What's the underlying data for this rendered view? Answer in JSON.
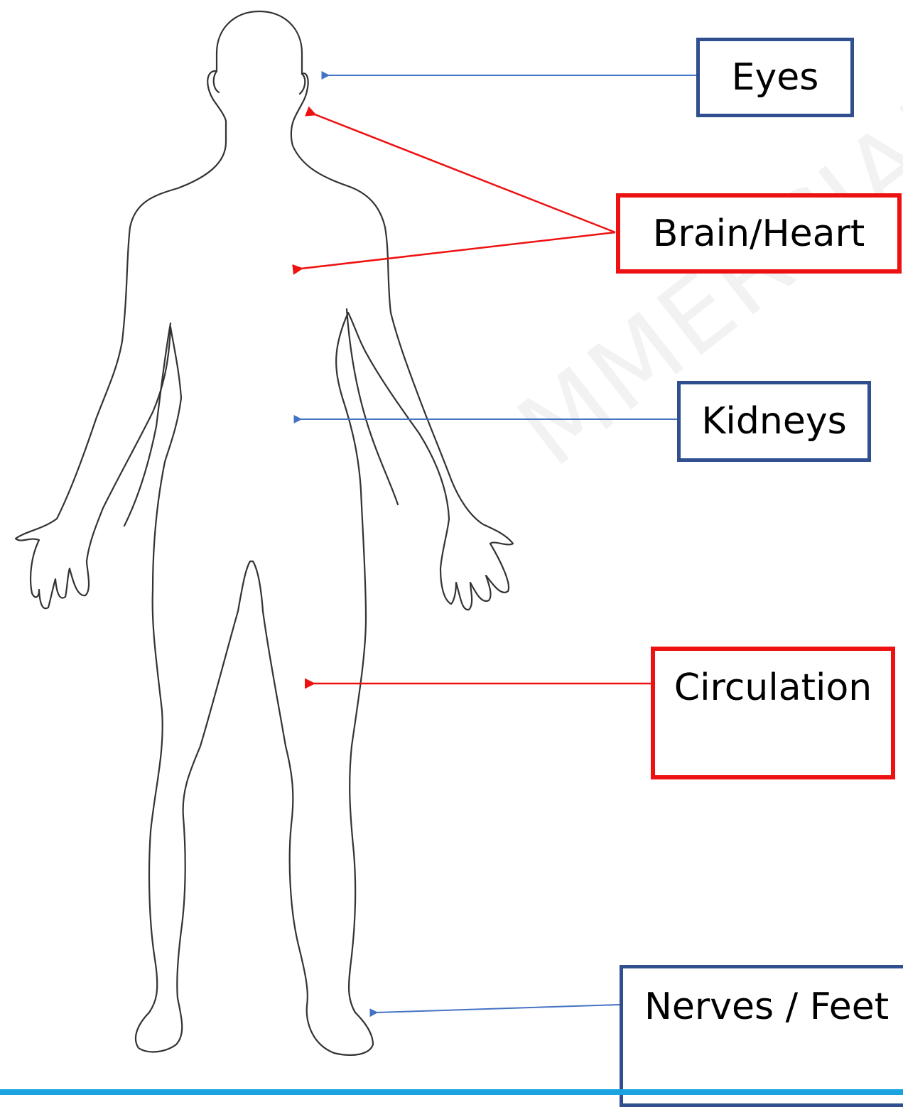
{
  "labels": {
    "eyes": "Eyes",
    "brain_heart": "Brain/Heart",
    "kidneys": "Kidneys",
    "circulation": "Circulation",
    "nerves_feet": "Nerves / Feet"
  },
  "watermark": "MMERCIAL",
  "colors": {
    "blue_label": "#2f4f8f",
    "blue_arrow": "#4472c4",
    "red_label": "#ee1111",
    "red_arrow": "#ee1111",
    "outline": "#333333",
    "bottom_bar": "#1aa3e0"
  },
  "icons": {
    "figure": "human-body-outline-icon"
  }
}
